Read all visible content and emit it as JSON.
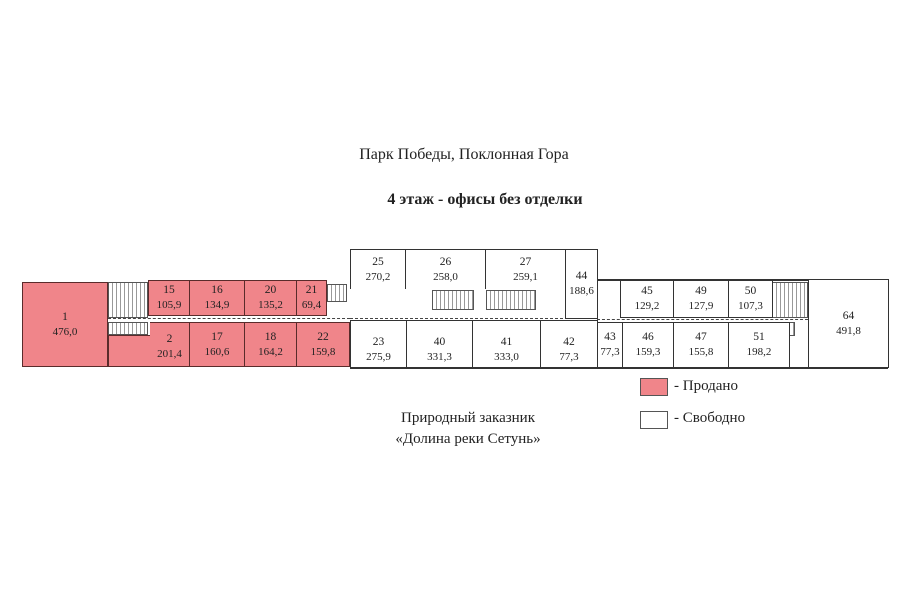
{
  "title": "Парк Победы, Поклонная Гора",
  "subtitle": "4 этаж - офисы без отделки",
  "colors": {
    "sold": "#f0858a",
    "free": "#ffffff"
  },
  "units": {
    "u1": {
      "number": "1",
      "area": "476,0",
      "status": "sold"
    },
    "u2": {
      "number": "2",
      "area": "201,4",
      "status": "sold"
    },
    "u15": {
      "number": "15",
      "area": "105,9",
      "status": "sold"
    },
    "u16": {
      "number": "16",
      "area": "134,9",
      "status": "sold"
    },
    "u17": {
      "number": "17",
      "area": "160,6",
      "status": "sold"
    },
    "u18": {
      "number": "18",
      "area": "164,2",
      "status": "sold"
    },
    "u20": {
      "number": "20",
      "area": "135,2",
      "status": "sold"
    },
    "u21": {
      "number": "21",
      "area": "69,4",
      "status": "sold"
    },
    "u22": {
      "number": "22",
      "area": "159,8",
      "status": "sold"
    },
    "u23": {
      "number": "23",
      "area": "275,9",
      "status": "free"
    },
    "u25": {
      "number": "25",
      "area": "270,2",
      "status": "free"
    },
    "u26": {
      "number": "26",
      "area": "258,0",
      "status": "free"
    },
    "u27": {
      "number": "27",
      "area": "259,1",
      "status": "free"
    },
    "u40": {
      "number": "40",
      "area": "331,3",
      "status": "free"
    },
    "u41": {
      "number": "41",
      "area": "333,0",
      "status": "free"
    },
    "u42": {
      "number": "42",
      "area": "77,3",
      "status": "free"
    },
    "u43": {
      "number": "43",
      "area": "77,3",
      "status": "free"
    },
    "u44": {
      "number": "44",
      "area": "188,6",
      "status": "free"
    },
    "u45": {
      "number": "45",
      "area": "129,2",
      "status": "free"
    },
    "u46": {
      "number": "46",
      "area": "159,3",
      "status": "free"
    },
    "u47": {
      "number": "47",
      "area": "155,8",
      "status": "free"
    },
    "u49": {
      "number": "49",
      "area": "127,9",
      "status": "free"
    },
    "u50": {
      "number": "50",
      "area": "107,3",
      "status": "free"
    },
    "u51": {
      "number": "51",
      "area": "198,2",
      "status": "free"
    },
    "u64": {
      "number": "64",
      "area": "491,8",
      "status": "free"
    }
  },
  "legend": {
    "sold": "- Продано",
    "free": "- Свободно"
  },
  "bottom": {
    "line1": "Природный заказник",
    "line2": "«Долина реки Сетунь»"
  }
}
